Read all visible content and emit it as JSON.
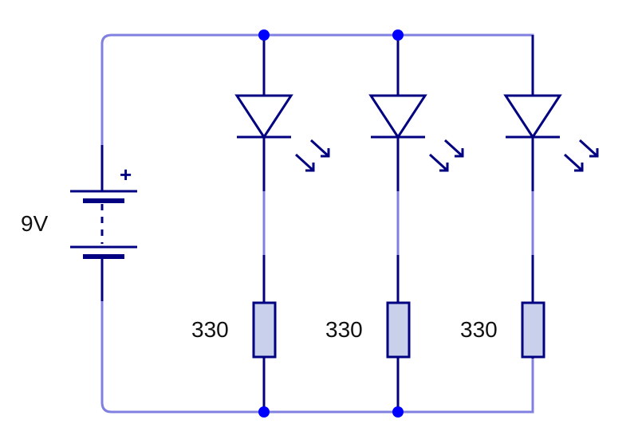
{
  "battery": {
    "label": "9V",
    "polarity": "+"
  },
  "branches": [
    {
      "resistor_label": "330"
    },
    {
      "resistor_label": "330"
    },
    {
      "resistor_label": "330"
    }
  ],
  "colors": {
    "wire": "#8080e0",
    "component": "#000080",
    "resistor_fill": "#c8d0ec",
    "node": "#0000ff",
    "background": "#ffffff"
  }
}
